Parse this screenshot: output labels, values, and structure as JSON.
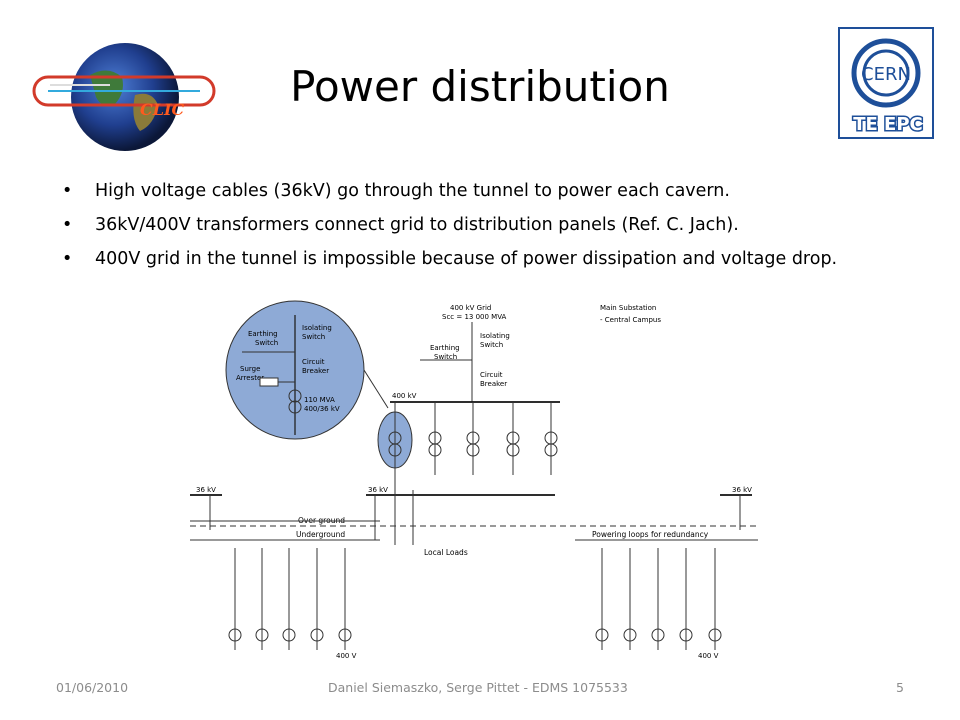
{
  "slide": {
    "title": "Power distribution",
    "bullets": [
      "High voltage cables (36kV) go through the tunnel to power each cavern.",
      "36kV/400V transformers connect grid to distribution panels (Ref. C. Jach).",
      "400V grid in the tunnel is impossible because of power dissipation and voltage drop."
    ]
  },
  "footer": {
    "date": "01/06/2010",
    "authors": "Daniel Siemaszko, Serge Pittet - EDMS 1075533",
    "page": "5"
  },
  "logos": {
    "clic_text": "CLIC",
    "cern_text": "CERN",
    "dept_text": "TE EPC",
    "cern_blue": "#1e4f99"
  },
  "diagram": {
    "grid_label": "400 kV Grid",
    "scc_label": "Scc = 13 000 MVA",
    "substation_line1": "Main Substation",
    "substation_line2": "- Central Campus",
    "isolating_switch": [
      "Isolating",
      "Switch"
    ],
    "earthing_switch": [
      "Earthing",
      "Switch"
    ],
    "circuit_breaker": [
      "Circuit",
      "Breaker"
    ],
    "surge_arrester": [
      "Surge",
      "Arrester"
    ],
    "transformer_rating": [
      "110 MVA",
      "400/36 kV"
    ],
    "bus_400kv": "400 kV",
    "bus_36kv": "36 kV",
    "over_ground": "Over ground",
    "underground": "Underground",
    "local_loads": "Local Loads",
    "powering_loops": "Powering loops for redundancy",
    "lv_400v": "400 V",
    "bubble_fill": "#8eaad6"
  }
}
